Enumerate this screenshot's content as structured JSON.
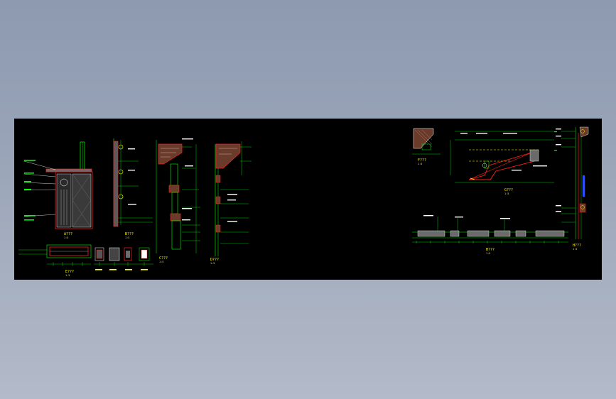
{
  "viewer": {
    "background_top": "#8d9ab0",
    "background_bottom": "#b3bac9",
    "sheet_color": "#000000"
  },
  "palette": {
    "dimension": "#00ff00",
    "leader": "#ffffff",
    "section": "#ff2020",
    "fill": "#6a6a6a",
    "accent": "#ffff00",
    "blue": "#3050ff",
    "cyan": "#00ffff"
  },
  "detail_titles": {
    "a": "A???",
    "b": "B???",
    "c": "C???",
    "d": "D???",
    "e": "E???",
    "f": "F???",
    "g": "G???",
    "h": "H???"
  },
  "detail_subtitles": {
    "scale": "1:5"
  }
}
